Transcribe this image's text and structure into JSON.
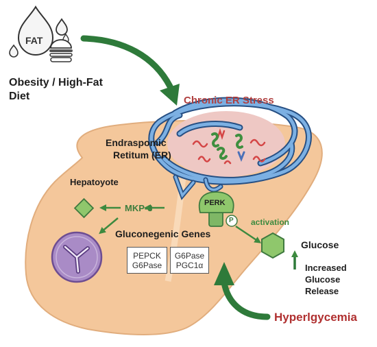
{
  "diet": {
    "fat_label": "FAT",
    "title_line1": "Obesity / High-Fat",
    "title_line2": "Diet"
  },
  "er_stress": {
    "label": "Chronic ER Stress"
  },
  "er": {
    "line1": "Endraspomic",
    "line2": "Retitum (ER)"
  },
  "cell": {
    "label": "Hepatoyote"
  },
  "mkp3": {
    "label": "MKP-3"
  },
  "perk": {
    "label": "PERK",
    "phospho": "P"
  },
  "activation": {
    "label": "activation"
  },
  "genes": {
    "title": "Gluconegenic Genes",
    "box1": {
      "line1": "PEPCK",
      "line2": "G6Pase"
    },
    "box2": {
      "line1": "G6Pase",
      "line2": "PGC1α"
    }
  },
  "glucose": {
    "label": "Glucose",
    "release_line1": "Increased",
    "release_line2": "Glucose",
    "release_line3": "Release"
  },
  "hyperglycemia": {
    "label": "Hyperlgycemia"
  },
  "colors": {
    "liver": "#f4c79b",
    "er": "#4f86c2",
    "green_arrow": "#2e7a3a",
    "shape_green": "#8fc76c",
    "hyperglycemia": "#b03030",
    "er_stress": "#b04040",
    "nucleus": "#a98bc6"
  }
}
